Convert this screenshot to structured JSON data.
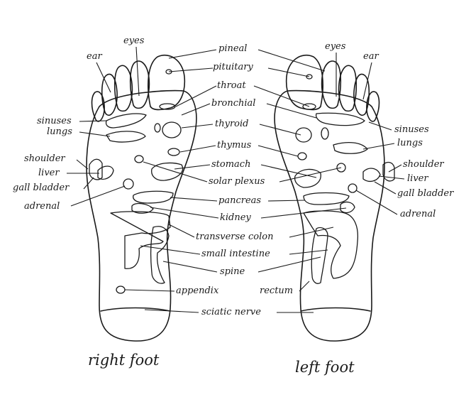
{
  "titles": {
    "right": "right foot",
    "left": "left foot"
  },
  "center": {
    "pineal": "pineal",
    "pituitary": "pituitary",
    "throat": "throat",
    "bronchial": "bronchial",
    "thyroid": "thyroid",
    "thymus": "thymus",
    "stomach": "stomach",
    "solar_plexus": "solar plexus",
    "pancreas": "pancreas",
    "kidney": "kidney",
    "transverse_colon": "transverse colon",
    "small_intestine": "small intestine",
    "spine": "spine",
    "appendix": "appendix",
    "rectum": "rectum",
    "sciatic_nerve": "sciatic nerve"
  },
  "right_foot": {
    "ear": "ear",
    "eyes": "eyes",
    "sinuses": "sinuses",
    "lungs": "lungs",
    "shoulder": "shoulder",
    "liver": "liver",
    "gall_bladder": "gall bladder",
    "adrenal": "adrenal"
  },
  "left_foot": {
    "eyes": "eyes",
    "ear": "ear",
    "sinuses": "sinuses",
    "lungs": "lungs",
    "shoulder": "shoulder",
    "liver": "liver",
    "gall_bladder": "gall bladder",
    "adrenal": "adrenal"
  }
}
